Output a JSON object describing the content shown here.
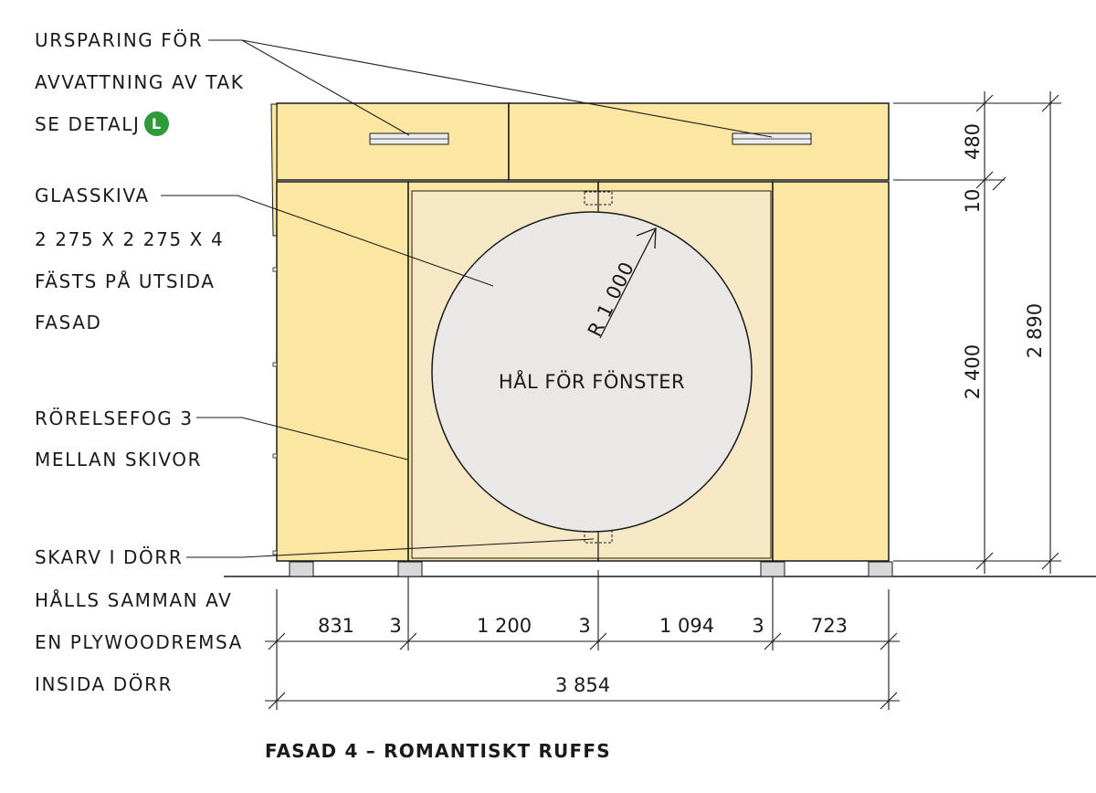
{
  "caption": "FASAD 4 – ROMANTISKT RUFFS",
  "labels": {
    "roof_drain": [
      "URSPARING FÖR",
      "AVVATTNING AV TAK",
      "SE DETALJ"
    ],
    "detail_ref": "L",
    "glass": [
      "GLASSKIVA",
      "2 275 X 2 275 X 4",
      "FÄSTS PÅ UTSIDA",
      "FASAD"
    ],
    "joint": [
      "RÖRELSEFOG 3",
      "MELLAN SKIVOR"
    ],
    "door": [
      "SKARV I DÖRR",
      "HÅLLS SAMMAN AV",
      "EN PLYWOODREMSA",
      "INSIDA DÖRR"
    ]
  },
  "window_label": "HÅL FÖR FÖNSTER",
  "radius_label": "R 1 000",
  "dimensions": {
    "horizontal": [
      "831",
      "3",
      "1 200",
      "3",
      "1 094",
      "3",
      "723"
    ],
    "total_width": "3 854",
    "vertical": {
      "roof_band": "480",
      "gap": "10",
      "wall": "2 400",
      "total_height": "2 890"
    }
  },
  "colors": {
    "panel": "#fbe6a2",
    "glass": "#f6e8c6",
    "window_hole": "#e9e8e6",
    "line": "#1a1a1a",
    "badge": "#2e9a3a",
    "foot": "#d8d8d8"
  }
}
